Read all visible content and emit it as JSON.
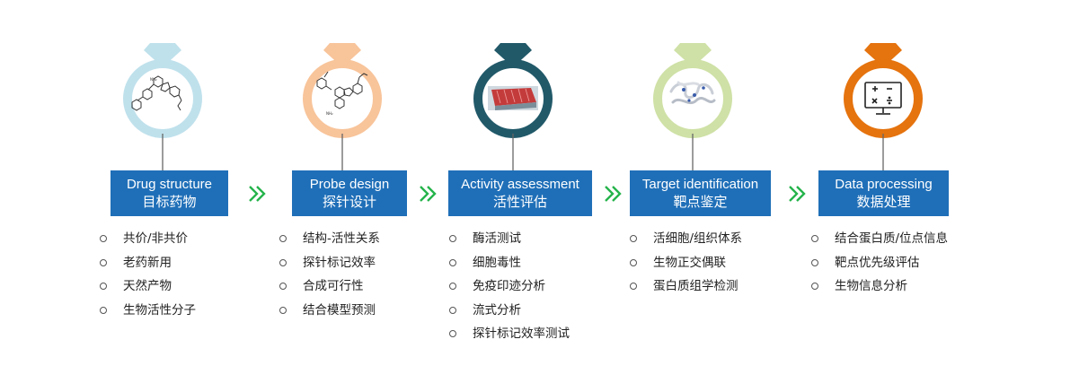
{
  "colors": {
    "box_blue": "#1f6fb8",
    "chevron_green": "#25b34b",
    "step1_ring": "#bfe1ec",
    "step2_ring": "#f8c49a",
    "step3_ring": "#215969",
    "step4_ring": "#cfe1a6",
    "step5_ring": "#e5730e"
  },
  "steps": [
    {
      "title_en": "Drug structure",
      "title_zh": "目标药物",
      "icon": "molecule-structure-icon",
      "items": [
        "共价/非共价",
        "老药新用",
        "天然产物",
        "生物活性分子"
      ]
    },
    {
      "title_en": "Probe design",
      "title_zh": "探针设计",
      "icon": "probe-molecule-icon",
      "items": [
        "结构-活性关系",
        "探针标记效率",
        "合成可行性",
        "结合模型预测"
      ]
    },
    {
      "title_en": "Activity assessment",
      "title_zh": "活性评估",
      "icon": "microplate-assay-icon",
      "items": [
        "酶活测试",
        "细胞毒性",
        "免疫印迹分析",
        "流式分析",
        "探针标记效率测试"
      ]
    },
    {
      "title_en": "Target identification",
      "title_zh": "靶点鉴定",
      "icon": "protein-structure-icon",
      "items": [
        "活细胞/组织体系",
        "生物正交偶联",
        "蛋白质组学检测"
      ]
    },
    {
      "title_en": "Data processing",
      "title_zh": "数据处理",
      "icon": "calculator-monitor-icon",
      "items": [
        "结合蛋白质/位点信息",
        "靶点优先级评估",
        "生物信息分析"
      ]
    }
  ]
}
